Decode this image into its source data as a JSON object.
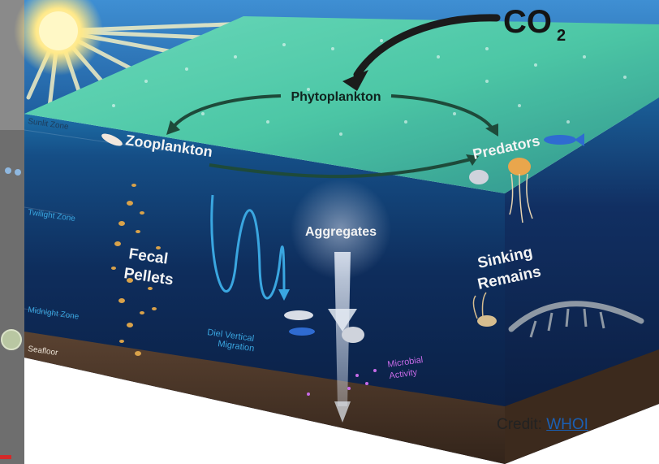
{
  "labels": {
    "co2_main": "CO",
    "co2_sub": "2",
    "phytoplankton": "Phytoplankton",
    "zooplankton": "Zooplankton",
    "predators": "Predators",
    "aggregates": "Aggregates",
    "fecal_line1": "Fecal",
    "fecal_line2": "Pellets",
    "sinking_line1": "Sinking",
    "sinking_line2": "Remains",
    "diel_line1": "Diel Vertical",
    "diel_line2": "Migration",
    "microbial_line1": "Microbial",
    "microbial_line2": "Activity"
  },
  "zones": {
    "sunlit": "Sunlit Zone",
    "twilight": "Twilight Zone",
    "midnight": "Midnight Zone",
    "seafloor": "Seafloor"
  },
  "credit": {
    "prefix": "Credit: ",
    "link": "WHOI"
  },
  "colors": {
    "surface": "#3fc8a6",
    "deep": "#0b1f45",
    "seafloor": "#4a3526",
    "migration": "#3aa6e0",
    "microbial": "#c86be8"
  }
}
